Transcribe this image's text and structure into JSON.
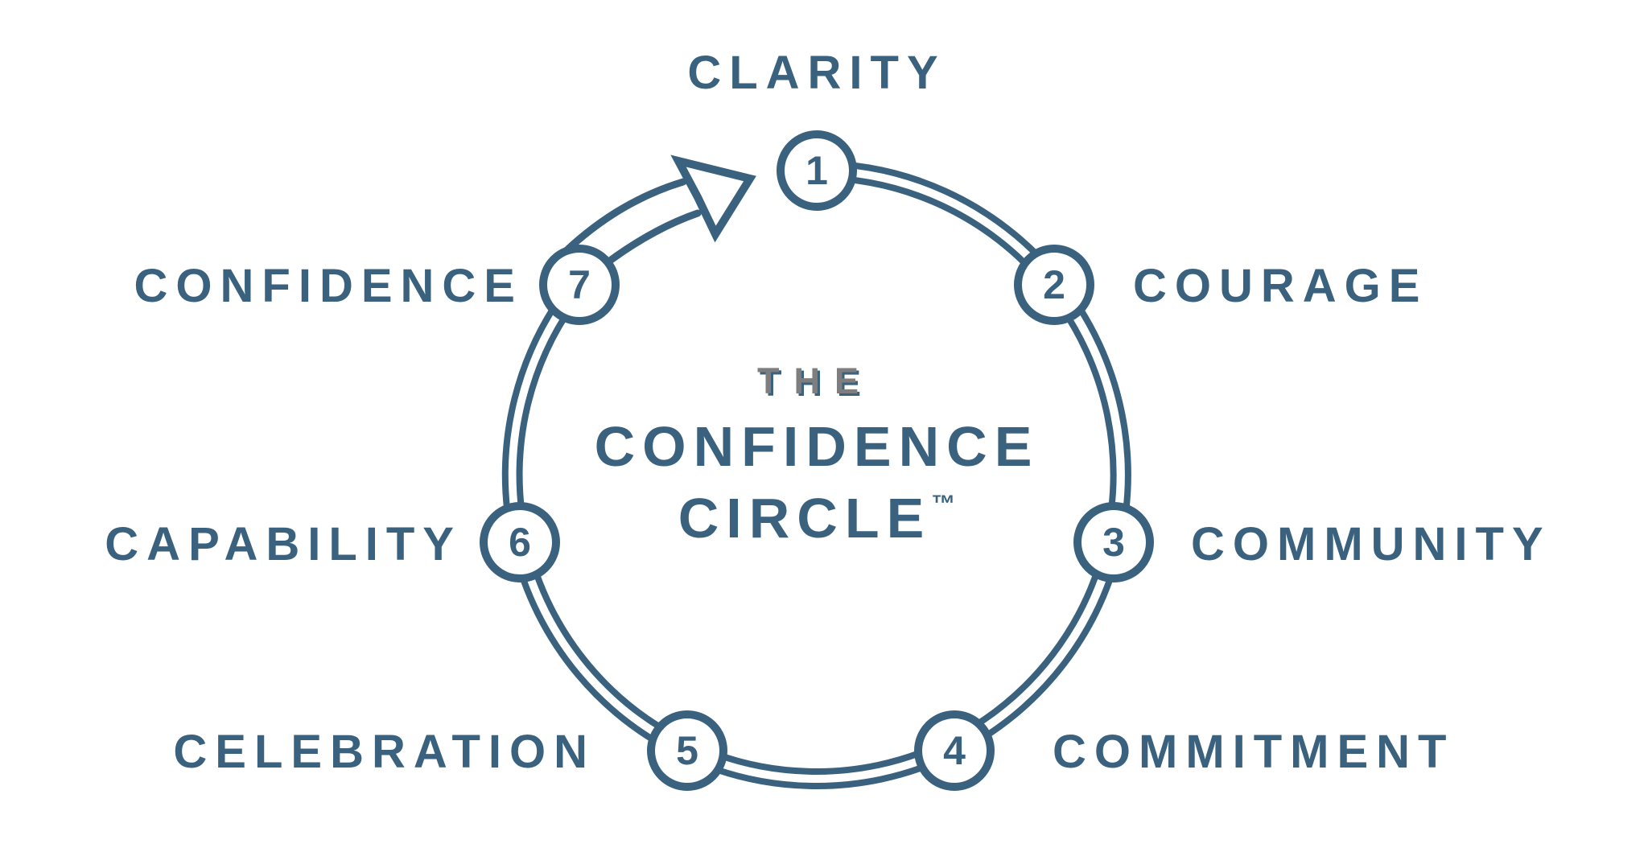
{
  "diagram": {
    "center": {
      "prefix": "THE",
      "title_line1": "CONFIDENCE",
      "title_line2": "CIRCLE",
      "trademark": "™"
    },
    "steps": [
      {
        "number": "1",
        "label": "CLARITY"
      },
      {
        "number": "2",
        "label": "COURAGE"
      },
      {
        "number": "3",
        "label": "COMMUNITY"
      },
      {
        "number": "4",
        "label": "COMMITMENT"
      },
      {
        "number": "5",
        "label": "CELEBRATION"
      },
      {
        "number": "6",
        "label": "CAPABILITY"
      },
      {
        "number": "7",
        "label": "CONFIDENCE"
      }
    ],
    "arrow": {
      "from": "7",
      "to": "1"
    },
    "colors": {
      "primary_blue": "#3A627F",
      "gray": "#7E7E7E",
      "node_fill": "#FFFFFF",
      "background": "#FFFFFF"
    }
  }
}
